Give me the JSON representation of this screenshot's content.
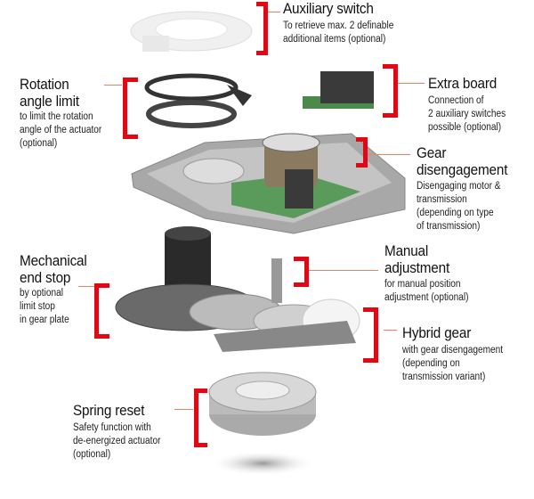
{
  "labels": {
    "auxiliary_switch": {
      "title": "Auxiliary switch",
      "desc": [
        "To retrieve max. 2 definable",
        "additional items (optional)"
      ]
    },
    "rotation_angle_limit": {
      "title": [
        "Rotation",
        "angle limit"
      ],
      "desc": [
        "to limit the rotation",
        "angle of the actuator",
        "(optional)"
      ]
    },
    "extra_board": {
      "title": "Extra board",
      "desc": [
        "Connection of",
        "2 auxiliary switches",
        "possible (optional)"
      ]
    },
    "gear_disengagement": {
      "title": [
        "Gear",
        "disengagement"
      ],
      "desc": [
        "Disengaging motor &",
        "transmission",
        "(depending on type",
        "of transmission)"
      ]
    },
    "mechanical_end_stop": {
      "title": [
        "Mechanical",
        "end stop"
      ],
      "desc": [
        "by optional",
        "limit stop",
        "in gear plate"
      ]
    },
    "manual_adjustment": {
      "title": [
        "Manual",
        "adjustment"
      ],
      "desc": [
        "for manual position",
        "adjustment (optional)"
      ]
    },
    "hybrid_gear": {
      "title": "Hybrid gear",
      "desc": [
        "with gear disengagement",
        "(depending on",
        "transmission variant)"
      ]
    },
    "spring_reset": {
      "title": "Spring reset",
      "desc": [
        "Safety function with",
        "de-energized actuator",
        "(optional)"
      ]
    }
  },
  "colors": {
    "bracket": "#e30613",
    "leader": "#f08060"
  }
}
